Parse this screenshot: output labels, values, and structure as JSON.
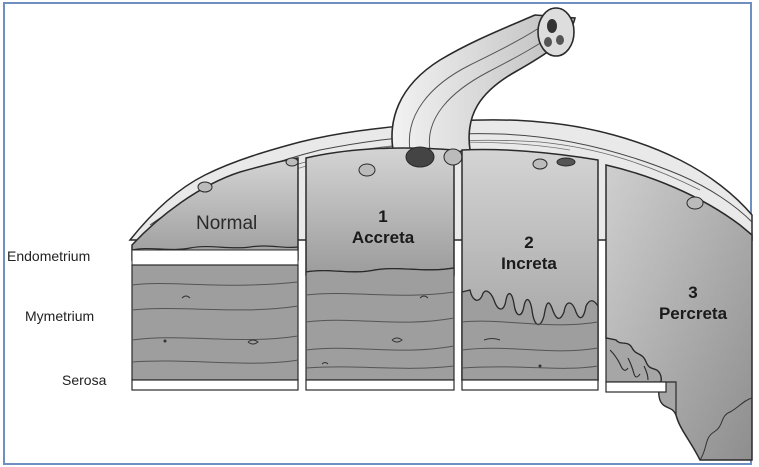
{
  "layers": {
    "endometrium": "Endometrium",
    "myometrium": "Mymetrium",
    "serosa": "Serosa"
  },
  "panels": {
    "normal": {
      "title": "Normal"
    },
    "accreta": {
      "number": "1",
      "title": "Accreta"
    },
    "increta": {
      "number": "2",
      "title": "Increta"
    },
    "percreta": {
      "number": "3",
      "title": "Percreta"
    }
  },
  "colors": {
    "frame": "#6e8fbf",
    "panel_gradient_top": "#c8c8c8",
    "panel_gradient_bottom": "#8a8a8a",
    "myometrium": "#9a9a9a",
    "outline": "#2a2a2a"
  }
}
